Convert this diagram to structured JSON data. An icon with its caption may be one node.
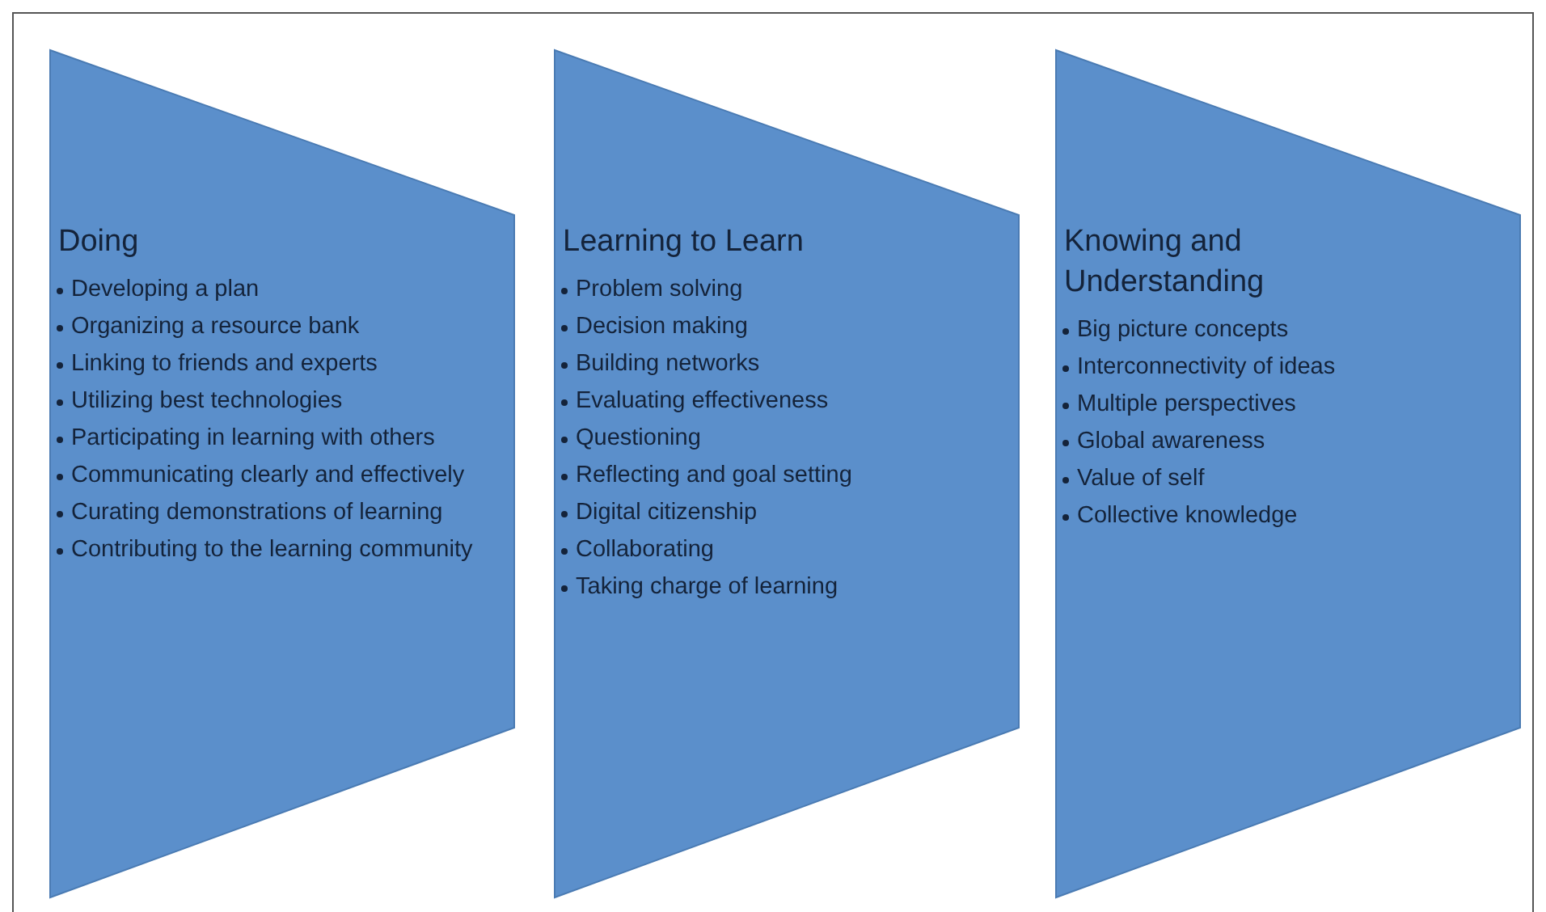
{
  "diagram": {
    "nodes": [
      {
        "text": [
          "Doing",
          "Developing a plan",
          "Organizing a resource bank",
          "Linking to friends and experts",
          "Utilizing best technologies",
          "Participating in learning with others",
          "Communicating clearly and effectively",
          "Curating  demonstrations of learning",
          "Contributing to the learning community"
        ]
      },
      {
        "text": [
          "Learning to Learn",
          "Problem solving",
          "Decision making",
          "Building networks",
          "Evaluating effectiveness",
          "Questioning",
          "Reflecting and goal setting",
          "Digital citizenship",
          "Collaborating",
          "Taking charge of learning"
        ]
      },
      {
        "text": [
          "Knowing and Understanding",
          "Big picture concepts",
          "Interconnectivity of ideas",
          "Multiple perspectives",
          "Global awareness",
          "Value of self",
          "Collective knowledge"
        ]
      }
    ]
  }
}
